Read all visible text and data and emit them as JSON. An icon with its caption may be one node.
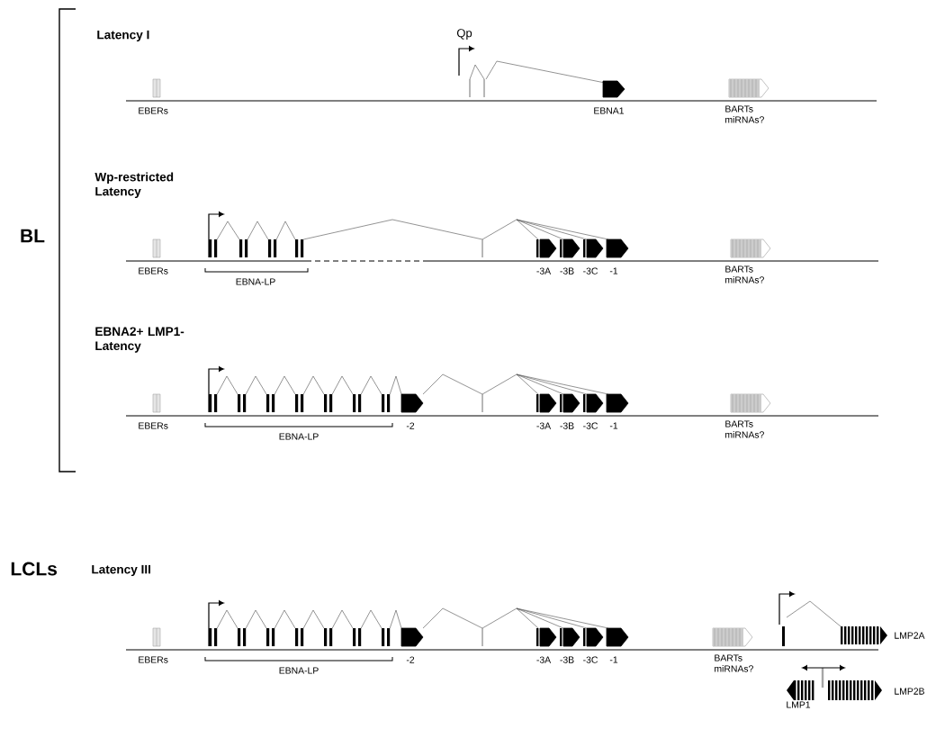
{
  "diagram": {
    "labels": [
      "Latency I",
      "Qp",
      "EBERs",
      "EBNA1",
      "BARTs miRNAs?",
      "BL",
      "Wp-restricted Latency",
      "EBERs",
      "EBNA-LP",
      "-3A",
      "-3B",
      "-3C",
      "-1",
      "BARTs miRNAs?",
      "EBNA2+ LMP1- Latency",
      "EBERs",
      "EBNA-LP",
      "-2",
      "-3A",
      "-3B",
      "-3C",
      "-1",
      "BARTs miRNAs?",
      "LCLs",
      "Latency III",
      "LMP2A",
      "EBERs",
      "EBNA-LP",
      "-2",
      "-3A",
      "-3B",
      "-3C",
      "-1",
      "BARTs miRNAs?",
      "LMP2B",
      "LMP1"
    ]
  }
}
